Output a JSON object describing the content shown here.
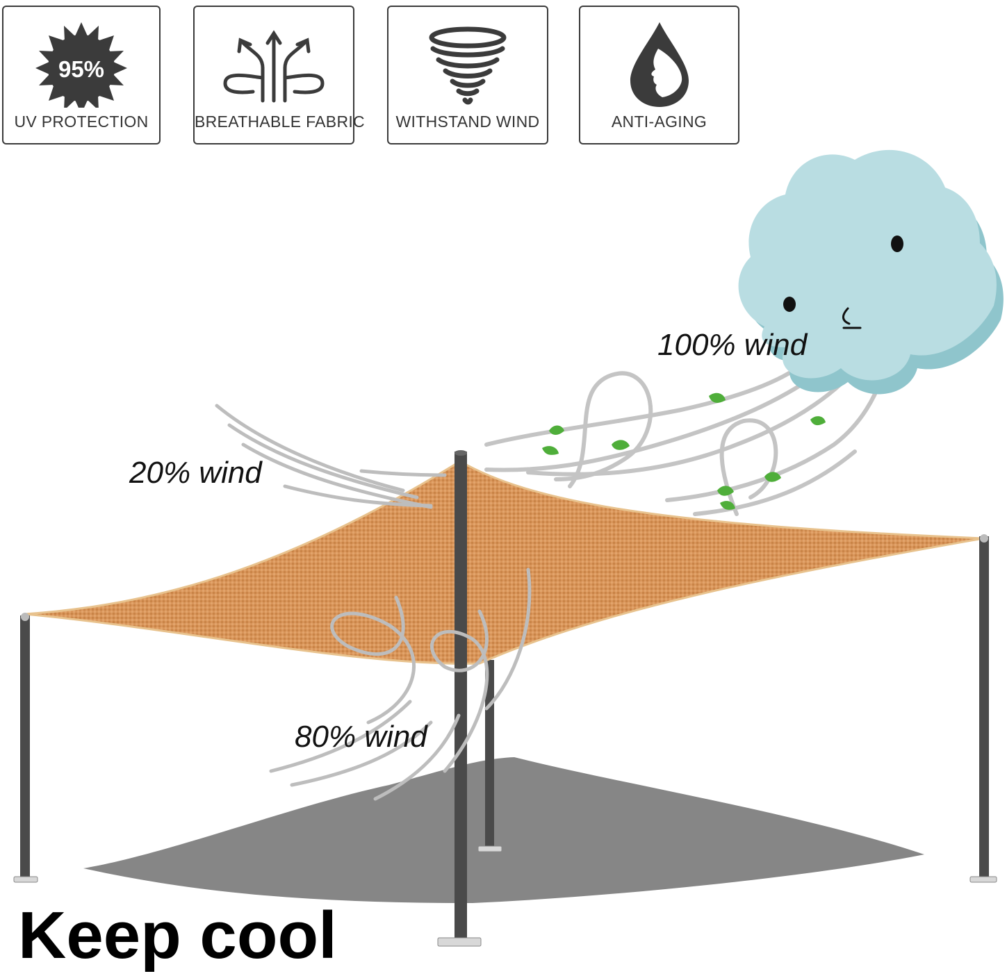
{
  "badges": [
    {
      "label": "UV PROTECTION",
      "icon": "sun-icon",
      "badge_text": "95%"
    },
    {
      "label": "BREATHABLE FABRIC",
      "icon": "airflow-arrows-icon"
    },
    {
      "label": "WITHSTAND WIND",
      "icon": "tornado-icon"
    },
    {
      "label": "ANTI-AGING",
      "icon": "water-drop-face-icon"
    }
  ],
  "wind_labels": {
    "full": "100% wind",
    "reduced": "20% wind",
    "passed": "80% wind"
  },
  "headline": "Keep cool",
  "colors": {
    "shade_sail": "#d9955a",
    "pole": "#4a4a4a",
    "shadow": "#7a7a7a",
    "cloud": "#b9dde2",
    "cloud_shade": "#8fc5cc",
    "wind_stroke": "#bdbdbd",
    "leaf": "#4fae3a",
    "badge_border": "#3a3a3a"
  }
}
